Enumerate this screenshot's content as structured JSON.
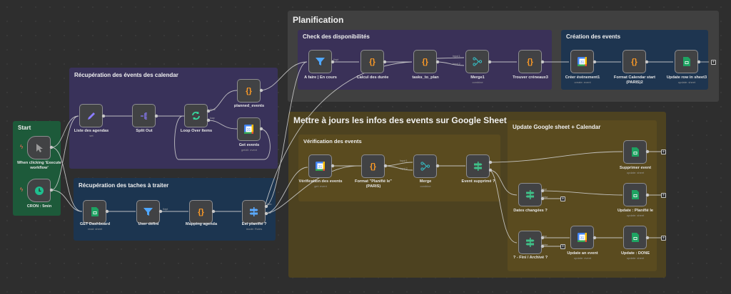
{
  "stickies": [
    {
      "id": "planification",
      "title": "Planification",
      "color": "#3f3f3f"
    },
    {
      "id": "check",
      "title": "Check des disponibilités",
      "color": "#3a3158"
    },
    {
      "id": "creation",
      "title": "Création des events",
      "color": "#1d3550"
    },
    {
      "id": "recup-events",
      "title": "Récupération des évents des calendar",
      "color": "#39325a"
    },
    {
      "id": "recup-taches",
      "title": "Récupération des taches à traiter",
      "color": "#1c3550"
    },
    {
      "id": "start",
      "title": "Start",
      "color": "#1d5a3a"
    },
    {
      "id": "mettre",
      "title": "Mettre à jours les infos des events sur Google Sheet",
      "color": "#4d4220"
    },
    {
      "id": "verif",
      "title": "Vérification des events",
      "color": "#5a4b1f"
    },
    {
      "id": "update-gs",
      "title": "Update Google sheet + Calendar",
      "color": "#5a4b1f"
    }
  ],
  "nodes": [
    {
      "id": "manual",
      "label": "When clicking 'Execute workflow'",
      "sub": "",
      "icon": "cursor-icon",
      "trigger": true
    },
    {
      "id": "cron",
      "label": "CRON : 5min",
      "sub": "",
      "icon": "clock-icon",
      "trigger": true
    },
    {
      "id": "liste",
      "label": "Liste des agendas",
      "sub": "set",
      "icon": "pencil-icon"
    },
    {
      "id": "split",
      "label": "Split Out",
      "sub": "",
      "icon": "split-out-icon"
    },
    {
      "id": "loop",
      "label": "Loop Over Items",
      "sub": "",
      "icon": "loop-icon"
    },
    {
      "id": "planned",
      "label": "planned_events",
      "sub": "",
      "icon": "code-braces-icon"
    },
    {
      "id": "getevents",
      "label": "Get events",
      "sub": "getAll: event",
      "icon": "google-calendar-icon"
    },
    {
      "id": "getdash",
      "label": "GET Dashboard",
      "sub": "read: sheet",
      "icon": "google-sheets-icon"
    },
    {
      "id": "userdef",
      "label": "User défini",
      "sub": "",
      "icon": "filter-icon"
    },
    {
      "id": "mapping",
      "label": "Mapping agenda",
      "sub": "",
      "icon": "code-braces-icon"
    },
    {
      "id": "estplan",
      "label": "Est planifié ?",
      "sub": "mode: Rules",
      "icon": "switch-icon"
    },
    {
      "id": "afaire",
      "label": "A faire | En cours",
      "sub": "",
      "icon": "filter-icon"
    },
    {
      "id": "calcul",
      "label": "Calcul des durée",
      "sub": "",
      "icon": "code-braces-icon"
    },
    {
      "id": "tasks",
      "label": "tasks_to_plan",
      "sub": "",
      "icon": "code-braces-icon"
    },
    {
      "id": "merge1",
      "label": "Merge1",
      "sub": "combine",
      "icon": "merge-icon"
    },
    {
      "id": "trouver",
      "label": "Trouver créneaux3",
      "sub": "",
      "icon": "code-braces-icon"
    },
    {
      "id": "creer",
      "label": "Créer événement1",
      "sub": "create: event",
      "icon": "google-calendar-icon"
    },
    {
      "id": "format",
      "label": "Format Calendar start (PARIS)2",
      "sub": "",
      "icon": "code-braces-icon"
    },
    {
      "id": "updrow",
      "label": "Update row in sheet3",
      "sub": "update: sheet",
      "icon": "google-sheets-icon"
    },
    {
      "id": "verifev",
      "label": "Vérification des events",
      "sub": "get: event",
      "icon": "google-calendar-icon"
    },
    {
      "id": "formatpl",
      "label": "Format \"Planifié le\" (PARIS)",
      "sub": "",
      "icon": "code-braces-icon"
    },
    {
      "id": "merge",
      "label": "Merge",
      "sub": "combine",
      "icon": "merge-icon"
    },
    {
      "id": "evsupp",
      "label": "Event supprimé ?",
      "sub": "",
      "icon": "switch-icon"
    },
    {
      "id": "suppev",
      "label": "Supprimer event",
      "sub": "update: sheet",
      "icon": "google-sheets-icon"
    },
    {
      "id": "dates",
      "label": "Dates changées ?",
      "sub": "",
      "icon": "switch-icon"
    },
    {
      "id": "updplan",
      "label": "Update : Planifié le",
      "sub": "update: sheet",
      "icon": "google-sheets-icon"
    },
    {
      "id": "fini",
      "label": "? - Fini / Archivé ?",
      "sub": "",
      "icon": "switch-icon"
    },
    {
      "id": "updev",
      "label": "Update an event",
      "sub": "update: event",
      "icon": "google-calendar-icon"
    },
    {
      "id": "upddone",
      "label": "Update : DONE",
      "sub": "update: sheet",
      "icon": "google-sheets-icon"
    }
  ],
  "port_labels": {
    "loop_done": "done",
    "loop_loop": "loop",
    "kept": "Kept",
    "input1": "Input 1",
    "input2": "Input 2",
    "true": "true",
    "false": "false",
    "non": "Non",
    "oui": "Oui"
  },
  "colors": {
    "edge": "#cfcfcf",
    "code": "#ff9b26",
    "filter": "#4fa7ff",
    "merge": "#35c2c9",
    "switch_green": "#40c088",
    "switch_blue": "#5aa9ff",
    "pencil": "#8b7dff",
    "loop": "#37d69e",
    "sheets": "#1ea362"
  }
}
